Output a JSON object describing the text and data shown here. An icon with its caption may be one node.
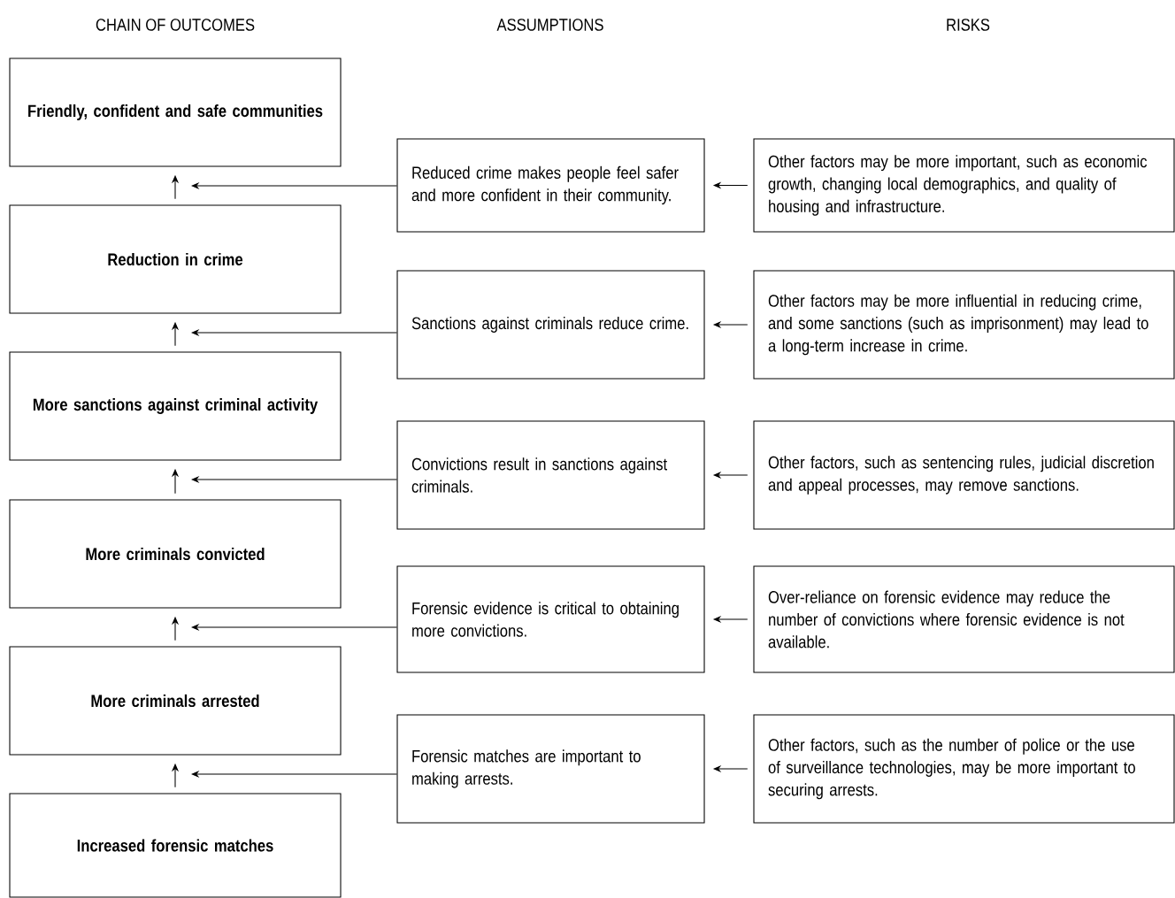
{
  "diagram": {
    "nodes": [
      {
        "text": [
          "Friendly, confident and safe communities"
        ]
      },
      {
        "text": [
          "Reduction in crime"
        ]
      },
      {
        "text": [
          "More sanctions against criminal activity"
        ]
      },
      {
        "text": [
          "More criminals convicted"
        ]
      },
      {
        "text": [
          "More criminals arrested"
        ]
      },
      {
        "text": [
          "Increased forensic matches"
        ]
      },
      {
        "text": [
          "Reduced crime makes people feel safer and more confident in their community."
        ]
      },
      {
        "text": [
          "Sanctions against criminals reduce crime."
        ]
      },
      {
        "text": [
          "Convictions result in sanctions against criminals."
        ]
      },
      {
        "text": [
          "Forensic evidence is critical to obtaining more convictions."
        ]
      },
      {
        "text": [
          "Forensic matches are important to making arrests."
        ]
      },
      {
        "text": [
          "Other factors may be more important, such as economic growth, changing local demographics, and quality of housing and infrastructure."
        ]
      },
      {
        "text": [
          "Other factors may be more influential in reducing crime, and some sanctions (such as imprisonment) may lead to a long-term increase in crime."
        ]
      },
      {
        "text": [
          "Other factors, such as sentencing rules, judicial discretion and appeal processes, may remove sanctions."
        ]
      },
      {
        "text": [
          "Over-reliance on forensic evidence may reduce the number of convictions where forensic evidence is not available."
        ]
      },
      {
        "text": [
          "Other factors, such as the number of police or the use of surveillance technologies, may be more important to securing arrests."
        ]
      }
    ],
    "edges": [
      {
        "from": 1,
        "to": 0,
        "arrow": "to"
      },
      {
        "from": 2,
        "to": 1,
        "arrow": "to"
      },
      {
        "from": 3,
        "to": 2,
        "arrow": "to"
      },
      {
        "from": 4,
        "to": 3,
        "arrow": "to"
      },
      {
        "from": 5,
        "to": 4,
        "arrow": "to"
      },
      {
        "from": 6,
        "to": null,
        "arrow": "to"
      },
      {
        "from": 7,
        "to": null,
        "arrow": "to"
      },
      {
        "from": 8,
        "to": null,
        "arrow": "to"
      },
      {
        "from": 9,
        "to": null,
        "arrow": "to"
      },
      {
        "from": 10,
        "to": null,
        "arrow": "to"
      },
      {
        "from": 11,
        "to": 6,
        "arrow": "to"
      },
      {
        "from": 12,
        "to": 7,
        "arrow": "to"
      },
      {
        "from": 13,
        "to": 8,
        "arrow": "to"
      },
      {
        "from": 14,
        "to": 9,
        "arrow": "to"
      },
      {
        "from": 15,
        "to": 10,
        "arrow": "to"
      }
    ],
    "labels": [
      "CHAIN OF OUTCOMES",
      "ASSUMPTIONS",
      "RISKS"
    ]
  }
}
